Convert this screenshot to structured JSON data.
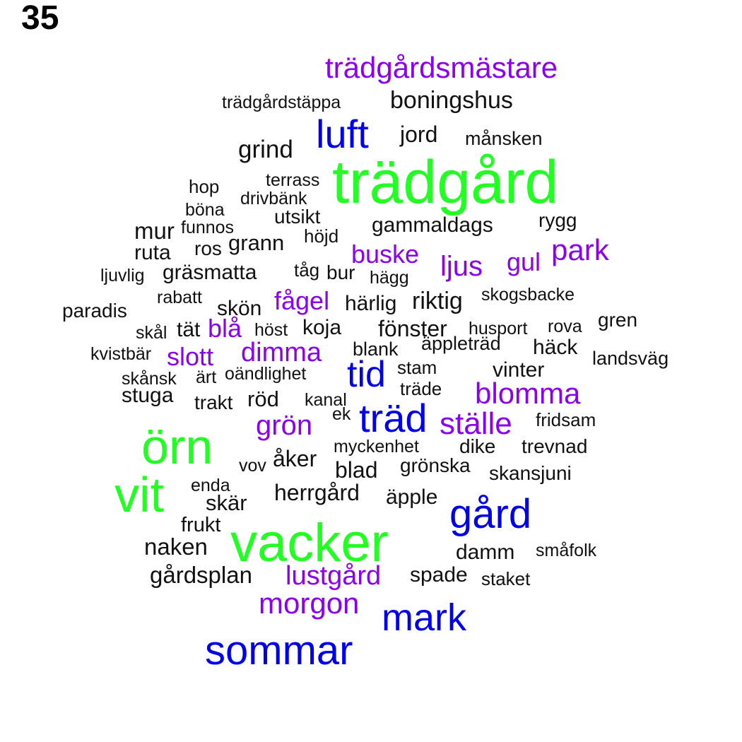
{
  "page_number": "35",
  "colors": {
    "green": "#22ff22",
    "blue": "#0000ee",
    "purple": "#8b00ee",
    "black": "#111111"
  },
  "words": [
    {
      "text": "trädgårdsmästare",
      "color": "purple"
    },
    {
      "text": "trädgårdstäppa",
      "color": "black"
    },
    {
      "text": "boningshus",
      "color": "black"
    },
    {
      "text": "luft",
      "color": "blue"
    },
    {
      "text": "jord",
      "color": "black"
    },
    {
      "text": "månsken",
      "color": "black"
    },
    {
      "text": "grind",
      "color": "black"
    },
    {
      "text": "trädgård",
      "color": "green"
    },
    {
      "text": "hop",
      "color": "black"
    },
    {
      "text": "terrass",
      "color": "black"
    },
    {
      "text": "drivbänk",
      "color": "black"
    },
    {
      "text": "böna",
      "color": "black"
    },
    {
      "text": "utsikt",
      "color": "black"
    },
    {
      "text": "rygg",
      "color": "black"
    },
    {
      "text": "mur",
      "color": "black"
    },
    {
      "text": "funnos",
      "color": "black"
    },
    {
      "text": "gammaldags",
      "color": "black"
    },
    {
      "text": "höjd",
      "color": "black"
    },
    {
      "text": "grann",
      "color": "black"
    },
    {
      "text": "ruta",
      "color": "black"
    },
    {
      "text": "ros",
      "color": "black"
    },
    {
      "text": "buske",
      "color": "purple"
    },
    {
      "text": "park",
      "color": "purple"
    },
    {
      "text": "gul",
      "color": "purple"
    },
    {
      "text": "ljus",
      "color": "purple"
    },
    {
      "text": "ljuvlig",
      "color": "black"
    },
    {
      "text": "gräsmatta",
      "color": "black"
    },
    {
      "text": "tåg",
      "color": "black"
    },
    {
      "text": "bur",
      "color": "black"
    },
    {
      "text": "hägg",
      "color": "black"
    },
    {
      "text": "rabatt",
      "color": "black"
    },
    {
      "text": "fågel",
      "color": "purple"
    },
    {
      "text": "skogsbacke",
      "color": "black"
    },
    {
      "text": "paradis",
      "color": "black"
    },
    {
      "text": "skön",
      "color": "black"
    },
    {
      "text": "härlig",
      "color": "black"
    },
    {
      "text": "riktig",
      "color": "black"
    },
    {
      "text": "gren",
      "color": "black"
    },
    {
      "text": "skål",
      "color": "black"
    },
    {
      "text": "tät",
      "color": "black"
    },
    {
      "text": "blå",
      "color": "purple"
    },
    {
      "text": "höst",
      "color": "black"
    },
    {
      "text": "koja",
      "color": "black"
    },
    {
      "text": "fönster",
      "color": "black"
    },
    {
      "text": "husport",
      "color": "black"
    },
    {
      "text": "rova",
      "color": "black"
    },
    {
      "text": "kvistbär",
      "color": "black"
    },
    {
      "text": "slott",
      "color": "purple"
    },
    {
      "text": "dimma",
      "color": "purple"
    },
    {
      "text": "blank",
      "color": "black"
    },
    {
      "text": "äppleträd",
      "color": "black"
    },
    {
      "text": "häck",
      "color": "black"
    },
    {
      "text": "landsväg",
      "color": "black"
    },
    {
      "text": "skånsk",
      "color": "black"
    },
    {
      "text": "ärt",
      "color": "black"
    },
    {
      "text": "oändlighet",
      "color": "black"
    },
    {
      "text": "tid",
      "color": "blue"
    },
    {
      "text": "stam",
      "color": "black"
    },
    {
      "text": "vinter",
      "color": "black"
    },
    {
      "text": "stuga",
      "color": "black"
    },
    {
      "text": "träde",
      "color": "black"
    },
    {
      "text": "blomma",
      "color": "purple"
    },
    {
      "text": "trakt",
      "color": "black"
    },
    {
      "text": "röd",
      "color": "black"
    },
    {
      "text": "kanal",
      "color": "black"
    },
    {
      "text": "ek",
      "color": "black"
    },
    {
      "text": "träd",
      "color": "blue"
    },
    {
      "text": "ställe",
      "color": "purple"
    },
    {
      "text": "fridsam",
      "color": "black"
    },
    {
      "text": "grön",
      "color": "purple"
    },
    {
      "text": "örn",
      "color": "green"
    },
    {
      "text": "myckenhet",
      "color": "black"
    },
    {
      "text": "dike",
      "color": "black"
    },
    {
      "text": "trevnad",
      "color": "black"
    },
    {
      "text": "vov",
      "color": "black"
    },
    {
      "text": "åker",
      "color": "black"
    },
    {
      "text": "blad",
      "color": "black"
    },
    {
      "text": "grönska",
      "color": "black"
    },
    {
      "text": "skansjuni",
      "color": "black"
    },
    {
      "text": "vit",
      "color": "green"
    },
    {
      "text": "enda",
      "color": "black"
    },
    {
      "text": "herrgård",
      "color": "black"
    },
    {
      "text": "äpple",
      "color": "black"
    },
    {
      "text": "skär",
      "color": "black"
    },
    {
      "text": "gård",
      "color": "blue"
    },
    {
      "text": "frukt",
      "color": "black"
    },
    {
      "text": "vacker",
      "color": "green"
    },
    {
      "text": "naken",
      "color": "black"
    },
    {
      "text": "damm",
      "color": "black"
    },
    {
      "text": "småfolk",
      "color": "black"
    },
    {
      "text": "gårdsplan",
      "color": "black"
    },
    {
      "text": "lustgård",
      "color": "purple"
    },
    {
      "text": "spade",
      "color": "black"
    },
    {
      "text": "staket",
      "color": "black"
    },
    {
      "text": "morgon",
      "color": "purple"
    },
    {
      "text": "mark",
      "color": "blue"
    },
    {
      "text": "sommar",
      "color": "blue"
    }
  ]
}
